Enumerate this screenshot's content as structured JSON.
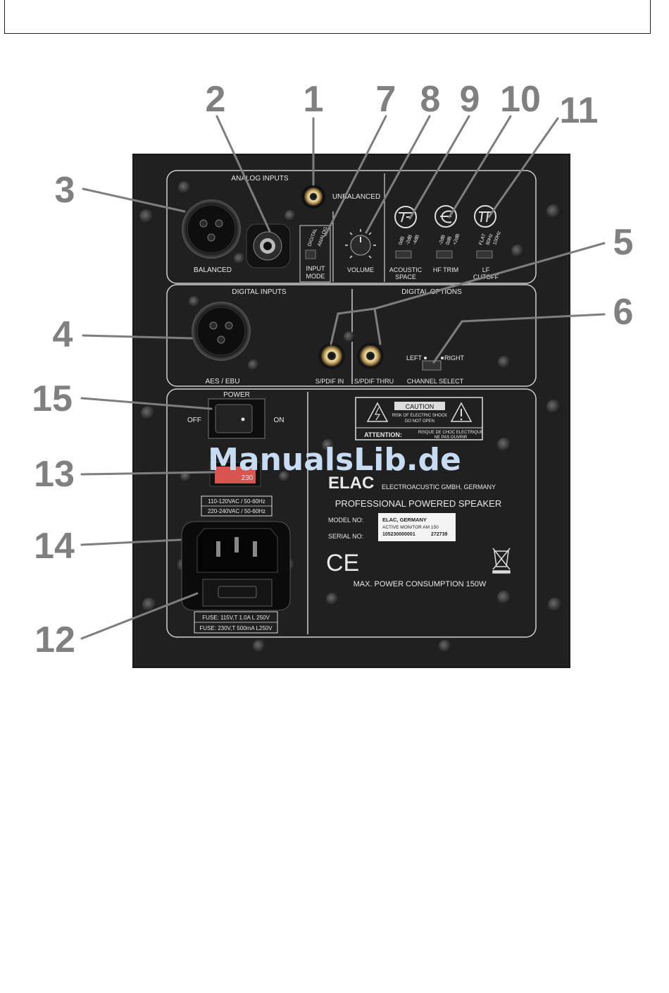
{
  "callouts": [
    {
      "id": "1",
      "label": "1"
    },
    {
      "id": "2",
      "label": "2"
    },
    {
      "id": "3",
      "label": "3"
    },
    {
      "id": "4",
      "label": "4"
    },
    {
      "id": "5",
      "label": "5"
    },
    {
      "id": "6",
      "label": "6"
    },
    {
      "id": "7",
      "label": "7"
    },
    {
      "id": "8",
      "label": "8"
    },
    {
      "id": "9",
      "label": "9"
    },
    {
      "id": "10",
      "label": "10"
    },
    {
      "id": "11",
      "label": "11"
    },
    {
      "id": "12",
      "label": "12"
    },
    {
      "id": "13",
      "label": "13"
    },
    {
      "id": "14",
      "label": "14"
    },
    {
      "id": "15",
      "label": "15"
    }
  ],
  "panel": {
    "analog_inputs": "ANALOG INPUTS",
    "unbalanced": "UNBALANCED",
    "balanced": "BALANCED",
    "input_mode": "INPUT",
    "input_mode_2": "MODE",
    "digital": "DIGITAL",
    "analog": "ANALOG",
    "volume": "VOLUME",
    "acoustic_space": "ACOUSTIC",
    "acoustic_space_2": "SPACE",
    "as_opts": [
      "0dB",
      "-2dB",
      "-4dB"
    ],
    "hf_trim": "HF TRIM",
    "hf_opts": [
      "-2dB",
      "0dB",
      "+2dB"
    ],
    "lf_cutoff": "LF",
    "lf_cutoff_2": "CUTOFF",
    "lf_opts": [
      "FLAT",
      "80Hz",
      "100Hz"
    ],
    "digital_inputs": "DIGITAL INPUTS",
    "aes_ebu": "AES / EBU",
    "digital_options": "DIGITAL OPTIONS",
    "spdif_in": "S/PDIF IN",
    "spdif_thru": "S/PDIF THRU",
    "left": "LEFT",
    "right": "RIGHT",
    "channel_select": "CHANNEL SELECT",
    "power": "POWER",
    "off": "OFF",
    "on": "ON",
    "voltage_1": "110-120VAC / 50-60Hz",
    "voltage_2": "220-240VAC / 50-60Hz",
    "fuse_1": "FUSE: 115V,T 1.0A L 250V",
    "fuse_2": "FUSE: 230V,T 500mA L250V",
    "caution": "CAUTION",
    "caution_sub1": "RISK OF ELECTRIC SHOCK",
    "caution_sub2": "DO NOT OPEN",
    "attention": "ATTENTION:",
    "attention_sub1": "RISQUE DE CHOC ELECTRIQUE",
    "attention_sub2": "NE PAS OUVRIR",
    "brand": "ELAC",
    "brand_sub": "ELECTROACUSTIC GMBH, GERMANY",
    "product": "PROFESSIONAL POWERED SPEAKER",
    "model_no": "MODEL NO:",
    "serial_no": "SERIAL NO:",
    "label_line1": "ELAC, GERMANY",
    "label_line2": "ACTIVE MONITOR AM 150",
    "label_line3": "105230000001",
    "label_line3b": "272739",
    "ce": "CE",
    "max_power": "MAX. POWER CONSUMPTION 150W",
    "voltage_selector": "230"
  },
  "watermark": "ManualsLib.de",
  "colors": {
    "panel": "#1b1b1c",
    "callout": "#808080",
    "watermark": "#c7dcf2",
    "label_bg": "#f4f4f4"
  }
}
